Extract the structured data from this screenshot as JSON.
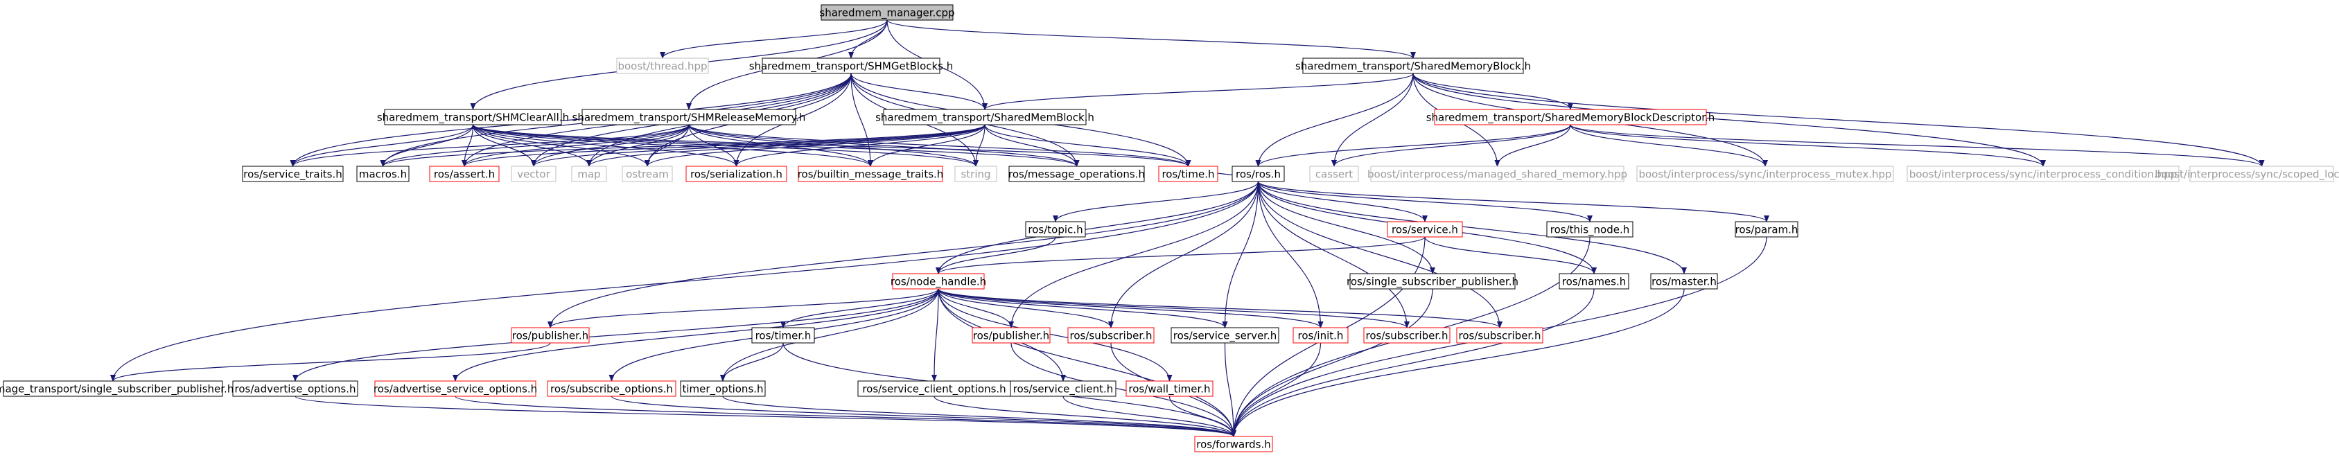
{
  "colors": {
    "root_fill": "#bfbfbf",
    "node_border_local": "#000000",
    "node_border_incomplete": "#ff0000",
    "node_border_external": "#bfbfbf",
    "text_local": "#000000",
    "text_external": "#9a9a9a",
    "edge": "#191970"
  },
  "nodes": [
    {
      "id": "root",
      "label": "sharedmem_manager.cpp",
      "kind": "root"
    },
    {
      "id": "boost_thread",
      "label": "boost/thread.hpp",
      "kind": "external"
    },
    {
      "id": "shmget",
      "label": "sharedmem_transport/SHMGetBlocks.h",
      "kind": "local"
    },
    {
      "id": "shmblock",
      "label": "sharedmem_transport/SharedMemoryBlock.h",
      "kind": "local"
    },
    {
      "id": "shmclear",
      "label": "sharedmem_transport/SHMClearAll.h",
      "kind": "local"
    },
    {
      "id": "shmrelease",
      "label": "sharedmem_transport/SHMReleaseMemory.h",
      "kind": "local"
    },
    {
      "id": "shmmemblock",
      "label": "sharedmem_transport/SharedMemBlock.h",
      "kind": "local"
    },
    {
      "id": "shmdesc",
      "label": "sharedmem_transport/SharedMemoryBlockDescriptor.h",
      "kind": "incomplete"
    },
    {
      "id": "service_traits",
      "label": "ros/service_traits.h",
      "kind": "local"
    },
    {
      "id": "macros",
      "label": "macros.h",
      "kind": "local"
    },
    {
      "id": "assert",
      "label": "ros/assert.h",
      "kind": "incomplete"
    },
    {
      "id": "vector",
      "label": "vector",
      "kind": "external"
    },
    {
      "id": "map",
      "label": "map",
      "kind": "external"
    },
    {
      "id": "ostream",
      "label": "ostream",
      "kind": "external"
    },
    {
      "id": "serialization",
      "label": "ros/serialization.h",
      "kind": "incomplete"
    },
    {
      "id": "builtin",
      "label": "ros/builtin_message_traits.h",
      "kind": "incomplete"
    },
    {
      "id": "string",
      "label": "string",
      "kind": "external"
    },
    {
      "id": "msgops",
      "label": "ros/message_operations.h",
      "kind": "local"
    },
    {
      "id": "time",
      "label": "ros/time.h",
      "kind": "incomplete"
    },
    {
      "id": "ros",
      "label": "ros/ros.h",
      "kind": "local"
    },
    {
      "id": "cassert",
      "label": "cassert",
      "kind": "external"
    },
    {
      "id": "managed",
      "label": "boost/interprocess/managed_shared_memory.hpp",
      "kind": "external"
    },
    {
      "id": "mutex",
      "label": "boost/interprocess/sync/interprocess_mutex.hpp",
      "kind": "external"
    },
    {
      "id": "condition",
      "label": "boost/interprocess/sync/interprocess_condition.hpp",
      "kind": "external"
    },
    {
      "id": "scoped",
      "label": "boost/interprocess/sync/scoped_lock.hpp",
      "kind": "external"
    },
    {
      "id": "topic",
      "label": "ros/topic.h",
      "kind": "local"
    },
    {
      "id": "service",
      "label": "ros/service.h",
      "kind": "incomplete"
    },
    {
      "id": "this_node",
      "label": "ros/this_node.h",
      "kind": "local"
    },
    {
      "id": "param",
      "label": "ros/param.h",
      "kind": "local"
    },
    {
      "id": "node_handle",
      "label": "ros/node_handle.h",
      "kind": "incomplete"
    },
    {
      "id": "ssp",
      "label": "ros/single_subscriber_publisher.h",
      "kind": "local"
    },
    {
      "id": "names",
      "label": "ros/names.h",
      "kind": "local"
    },
    {
      "id": "master",
      "label": "ros/master.h",
      "kind": "local"
    },
    {
      "id": "publisher1",
      "label": "ros/publisher.h",
      "kind": "incomplete"
    },
    {
      "id": "timer",
      "label": "ros/timer.h",
      "kind": "local"
    },
    {
      "id": "publisher2",
      "label": "ros/publisher.h",
      "kind": "incomplete"
    },
    {
      "id": "subscriber1",
      "label": "ros/subscriber.h",
      "kind": "incomplete"
    },
    {
      "id": "service_server",
      "label": "ros/service_server.h",
      "kind": "local"
    },
    {
      "id": "init",
      "label": "ros/init.h",
      "kind": "incomplete"
    },
    {
      "id": "subscriber2",
      "label": "ros/subscriber.h",
      "kind": "incomplete"
    },
    {
      "id": "subscriber3",
      "label": "ros/subscriber.h",
      "kind": "incomplete"
    },
    {
      "id": "image_ssp",
      "label": "image_transport/single_subscriber_publisher.h",
      "kind": "local"
    },
    {
      "id": "advertise",
      "label": "ros/advertise_options.h",
      "kind": "local"
    },
    {
      "id": "adv_service",
      "label": "ros/advertise_service_options.h",
      "kind": "incomplete"
    },
    {
      "id": "subscribe_opts",
      "label": "ros/subscribe_options.h",
      "kind": "incomplete"
    },
    {
      "id": "timer_opts",
      "label": "timer_options.h",
      "kind": "local"
    },
    {
      "id": "svc_client_opts",
      "label": "ros/service_client_options.h",
      "kind": "local"
    },
    {
      "id": "svc_client",
      "label": "ros/service_client.h",
      "kind": "local"
    },
    {
      "id": "wall_timer",
      "label": "ros/wall_timer.h",
      "kind": "incomplete"
    },
    {
      "id": "forwards",
      "label": "ros/forwards.h",
      "kind": "incomplete"
    }
  ],
  "edges": [
    [
      "root",
      "boost_thread"
    ],
    [
      "root",
      "shmget"
    ],
    [
      "root",
      "shmblock"
    ],
    [
      "root",
      "shmclear"
    ],
    [
      "root",
      "shmrelease"
    ],
    [
      "root",
      "shmmemblock"
    ],
    [
      "shmget",
      "service_traits"
    ],
    [
      "shmget",
      "macros"
    ],
    [
      "shmget",
      "assert"
    ],
    [
      "shmget",
      "vector"
    ],
    [
      "shmget",
      "map"
    ],
    [
      "shmget",
      "serialization"
    ],
    [
      "shmget",
      "builtin"
    ],
    [
      "shmget",
      "string"
    ],
    [
      "shmget",
      "msgops"
    ],
    [
      "shmget",
      "time"
    ],
    [
      "shmget",
      "ostream"
    ],
    [
      "shmget",
      "shmmemblock"
    ],
    [
      "shmclear",
      "service_traits"
    ],
    [
      "shmclear",
      "macros"
    ],
    [
      "shmclear",
      "assert"
    ],
    [
      "shmclear",
      "vector"
    ],
    [
      "shmclear",
      "map"
    ],
    [
      "shmclear",
      "ostream"
    ],
    [
      "shmclear",
      "serialization"
    ],
    [
      "shmclear",
      "builtin"
    ],
    [
      "shmclear",
      "string"
    ],
    [
      "shmclear",
      "msgops"
    ],
    [
      "shmclear",
      "time"
    ],
    [
      "shmrelease",
      "service_traits"
    ],
    [
      "shmrelease",
      "macros"
    ],
    [
      "shmrelease",
      "assert"
    ],
    [
      "shmrelease",
      "vector"
    ],
    [
      "shmrelease",
      "map"
    ],
    [
      "shmrelease",
      "ostream"
    ],
    [
      "shmrelease",
      "serialization"
    ],
    [
      "shmrelease",
      "builtin"
    ],
    [
      "shmrelease",
      "string"
    ],
    [
      "shmrelease",
      "msgops"
    ],
    [
      "shmrelease",
      "time"
    ],
    [
      "shmmemblock",
      "macros"
    ],
    [
      "shmmemblock",
      "assert"
    ],
    [
      "shmmemblock",
      "vector"
    ],
    [
      "shmmemblock",
      "map"
    ],
    [
      "shmmemblock",
      "ostream"
    ],
    [
      "shmmemblock",
      "serialization"
    ],
    [
      "shmmemblock",
      "builtin"
    ],
    [
      "shmmemblock",
      "string"
    ],
    [
      "shmmemblock",
      "msgops"
    ],
    [
      "shmmemblock",
      "time"
    ],
    [
      "shmblock",
      "shmdesc"
    ],
    [
      "shmblock",
      "ros"
    ],
    [
      "shmblock",
      "cassert"
    ],
    [
      "shmblock",
      "managed"
    ],
    [
      "shmblock",
      "mutex"
    ],
    [
      "shmblock",
      "condition"
    ],
    [
      "shmblock",
      "scoped"
    ],
    [
      "shmblock",
      "shmmemblock"
    ],
    [
      "shmdesc",
      "ros"
    ],
    [
      "shmdesc",
      "cassert"
    ],
    [
      "shmdesc",
      "managed"
    ],
    [
      "shmdesc",
      "mutex"
    ],
    [
      "shmdesc",
      "condition"
    ],
    [
      "shmdesc",
      "scoped"
    ],
    [
      "ros",
      "time"
    ],
    [
      "ros",
      "topic"
    ],
    [
      "ros",
      "service"
    ],
    [
      "ros",
      "this_node"
    ],
    [
      "ros",
      "param"
    ],
    [
      "ros",
      "node_handle"
    ],
    [
      "ros",
      "ssp"
    ],
    [
      "ros",
      "names"
    ],
    [
      "ros",
      "master"
    ],
    [
      "ros",
      "publisher1"
    ],
    [
      "ros",
      "publisher2"
    ],
    [
      "ros",
      "subscriber1"
    ],
    [
      "ros",
      "service_server"
    ],
    [
      "ros",
      "init"
    ],
    [
      "ros",
      "subscriber2"
    ],
    [
      "ros",
      "subscriber3"
    ],
    [
      "ros",
      "image_ssp"
    ],
    [
      "topic",
      "node_handle"
    ],
    [
      "service",
      "node_handle"
    ],
    [
      "service",
      "names"
    ],
    [
      "service",
      "forwards"
    ],
    [
      "node_handle",
      "publisher1"
    ],
    [
      "node_handle",
      "timer"
    ],
    [
      "node_handle",
      "publisher2"
    ],
    [
      "node_handle",
      "subscriber1"
    ],
    [
      "node_handle",
      "service_server"
    ],
    [
      "node_handle",
      "init"
    ],
    [
      "node_handle",
      "subscriber2"
    ],
    [
      "node_handle",
      "subscriber3"
    ],
    [
      "node_handle",
      "advertise"
    ],
    [
      "node_handle",
      "adv_service"
    ],
    [
      "node_handle",
      "subscribe_opts"
    ],
    [
      "node_handle",
      "timer_opts"
    ],
    [
      "node_handle",
      "svc_client_opts"
    ],
    [
      "node_handle",
      "svc_client"
    ],
    [
      "node_handle",
      "wall_timer"
    ],
    [
      "node_handle",
      "forwards"
    ],
    [
      "publisher1",
      "image_ssp"
    ],
    [
      "timer",
      "timer_opts"
    ],
    [
      "timer",
      "forwards"
    ],
    [
      "publisher2",
      "forwards"
    ],
    [
      "subscriber1",
      "forwards"
    ],
    [
      "service_server",
      "forwards"
    ],
    [
      "init",
      "forwards"
    ],
    [
      "ssp",
      "forwards"
    ],
    [
      "names",
      "forwards"
    ],
    [
      "master",
      "forwards"
    ],
    [
      "this_node",
      "forwards"
    ],
    [
      "param",
      "forwards"
    ],
    [
      "advertise",
      "forwards"
    ],
    [
      "adv_service",
      "forwards"
    ],
    [
      "subscribe_opts",
      "forwards"
    ],
    [
      "timer_opts",
      "forwards"
    ],
    [
      "svc_client_opts",
      "forwards"
    ],
    [
      "svc_client",
      "forwards"
    ],
    [
      "wall_timer",
      "forwards"
    ]
  ]
}
